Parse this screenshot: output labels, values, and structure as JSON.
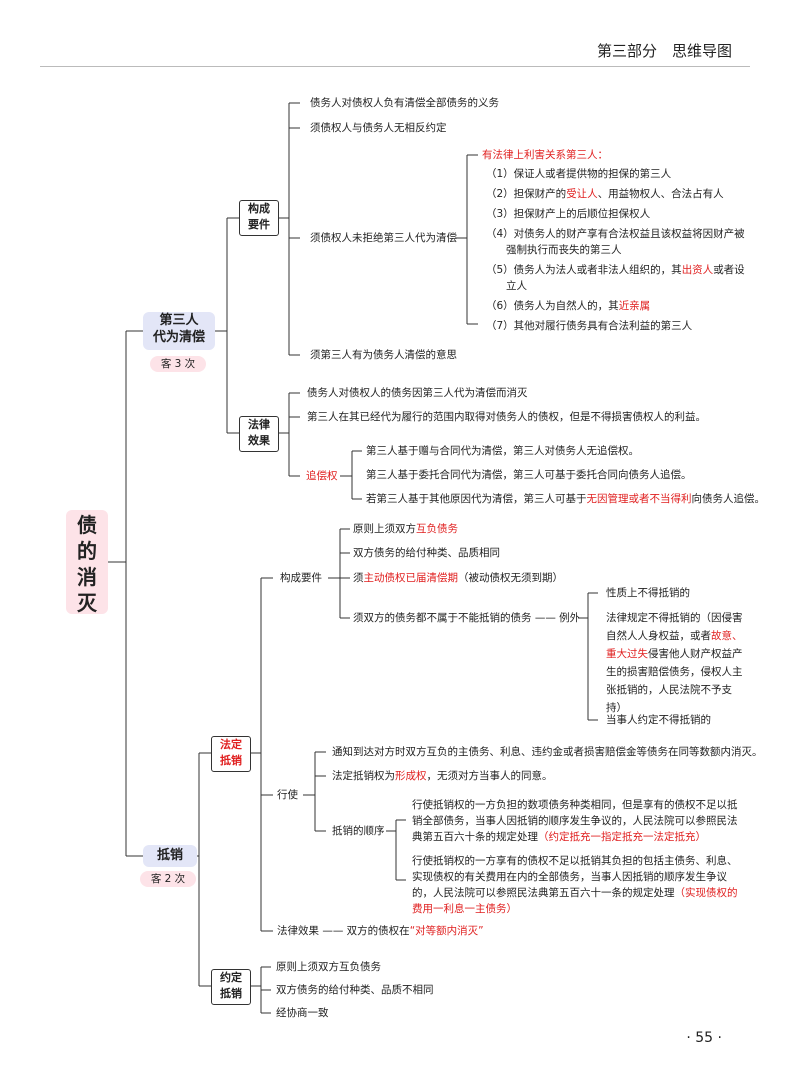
{
  "header": {
    "title": "第三部分　思维导图"
  },
  "page_number": "· 55 ·",
  "root": {
    "label_line1": "债",
    "label_line2": "的",
    "label_line3": "消",
    "label_line4": "灭"
  },
  "third_party": {
    "title_line1": "第三人",
    "title_line2": "代为清偿",
    "badge": "客 3 次",
    "elements": {
      "label_line1": "构成",
      "label_line2": "要件",
      "item1": "债务人对债权人负有清偿全部债务的义务",
      "item2": "须债权人与债务人无相反约定",
      "item3": "须债权人未拒绝第三人代为清偿",
      "item4": "须第三人有为债务人清偿的意思",
      "interest_title": "有法律上利害关系第三人：",
      "interest": [
        {
          "pre": "（1）保证人或者提供物的担保的第三人"
        },
        {
          "pre": "（2）担保财产的",
          "red": "受让人",
          "post": "、用益物权人、合法占有人"
        },
        {
          "pre": "（3）担保财产上的后顺位担保权人"
        },
        {
          "pre": "（4）对债务人的财产享有合法权益且该权益将因财产被",
          "line2": "强制执行而丧失的第三人"
        },
        {
          "pre": "（5）债务人为法人或者非法人组织的，其",
          "red": "出资人",
          "post": "或者设",
          "line2": "立人"
        },
        {
          "pre": "（6）债务人为自然人的，其",
          "red": "近亲属"
        },
        {
          "pre": "（7）其他对履行债务具有合法利益的第三人"
        }
      ]
    },
    "effects": {
      "label_line1": "法律",
      "label_line2": "效果",
      "item1": "债务人对债权人的债务因第三人代为清偿而消灭",
      "item2": "第三人在其已经代为履行的范围内取得对债务人的债权，但是不得损害债权人的利益。",
      "recourse_label": "追偿权",
      "recourse1": "第三人基于赠与合同代为清偿，第三人对债务人无追偿权。",
      "recourse2": "第三人基于委托合同代为清偿，第三人可基于委托合同向债务人追偿。",
      "recourse3_pre": "若第三人基于其他原因代为清偿，第三人可基于",
      "recourse3_red": "无因管理或者不当得利",
      "recourse3_post": "向债务人追偿。"
    }
  },
  "setoff": {
    "title": "抵销",
    "badge": "客 2 次",
    "legal": {
      "label_line1": "法定",
      "label_line2": "抵销",
      "req_label": "构成要件",
      "req1_pre": "原则上须双方",
      "req1_red": "互负债务",
      "req2": "双方债务的给付种类、品质相同",
      "req3_pre": "须",
      "req3_red": "主动债权已届清偿期",
      "req3_post": "（被动债权无须到期）",
      "req4": "须双方的债务都不属于不能抵销的债务 —— 例外",
      "exc1": "性质上不得抵销的",
      "exc2_pre": "法律规定不得抵销的（因侵害自然人人身权益，或者",
      "exc2_red": "故意、重大过失",
      "exc2_post": "侵害他人财产权益产生的损害赔偿债务，侵权人主张抵销的，人民法院不予支持）",
      "exc3": "当事人约定不得抵销的",
      "exercise_label": "行使",
      "ex1": "通知到达对方时双方互负的主债务、利息、违约金或者损害赔偿金等债务在同等数额内消灭。",
      "ex2_pre": "法定抵销权为",
      "ex2_red": "形成权",
      "ex2_post": "，无须对方当事人的同意。",
      "order_label": "抵销的顺序",
      "order1_pre": "行使抵销权的一方负担的数项债务种类相同，但是享有的债权不足以抵销全部债务，当事人因抵销的顺序发生争议的，人民法院可以参照民法典第五百六十条的规定处理",
      "order1_red": "（约定抵充一指定抵充一法定抵充）",
      "order2_pre": "行使抵销权的一方享有的债权不足以抵销其负担的包括主债务、利息、实现债权的有关费用在内的全部债务，当事人因抵销的顺序发生争议的，人民法院可以参照民法典第五百六十一条的规定处理",
      "order2_red": "（实现债权的费用一利息一主债务）",
      "effect_pre": "法律效果 —— 双方的债权在",
      "effect_red": "“对等额内消灭”"
    },
    "agreed": {
      "label_line1": "约定",
      "label_line2": "抵销",
      "item1": "原则上须双方互负债务",
      "item2": "双方债务的给付种类、品质不相同",
      "item3": "经协商一致"
    }
  }
}
